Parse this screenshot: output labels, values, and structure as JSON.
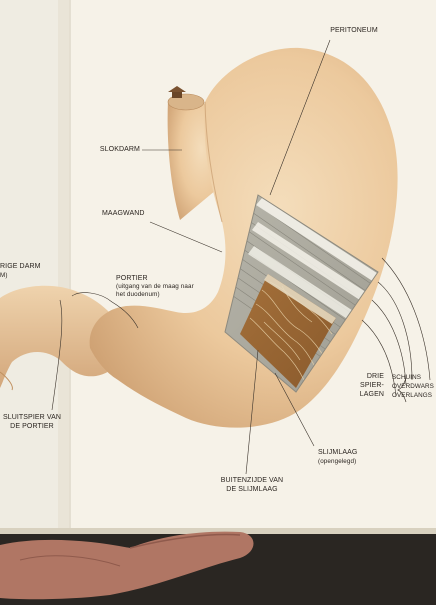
{
  "labels": {
    "peritoneum": "PERITONEUM",
    "slokdarm": "SLOKDARM",
    "maagwand": "MAAGWAND",
    "left_edge_1": "RIGE DARM",
    "left_edge_2": "M)",
    "portier_title": "PORTIER",
    "portier_sub_1": "(uitgang van de maag naar",
    "portier_sub_2": "het duodenum)",
    "sluitspier_1": "SLUITSPIER VAN",
    "sluitspier_2": "DE PORTIER",
    "drie_1": "DRIE",
    "drie_2": "SPIER-",
    "drie_3": "LAGEN",
    "schuins": "SCHUINS",
    "overdwars": "OVERDWARS",
    "overlangs": "OVERLANGS",
    "slijmlaag": "SLIJMLAAG",
    "slijmlaag_sub": "(opengelegd)",
    "buitenzijde_1": "BUITENZIJDE VAN",
    "buitenzijde_2": "DE SLIJMLAAG"
  },
  "colors": {
    "page": "#f6f2e8",
    "left_page": "#efece3",
    "stomach_light": "#f1d8b4",
    "stomach_mid": "#e6c193",
    "stomach_dark": "#c99c6c",
    "muscle_grey": "#a7a59a",
    "mucosa": "#9c6a35",
    "skin": "#b07664"
  }
}
